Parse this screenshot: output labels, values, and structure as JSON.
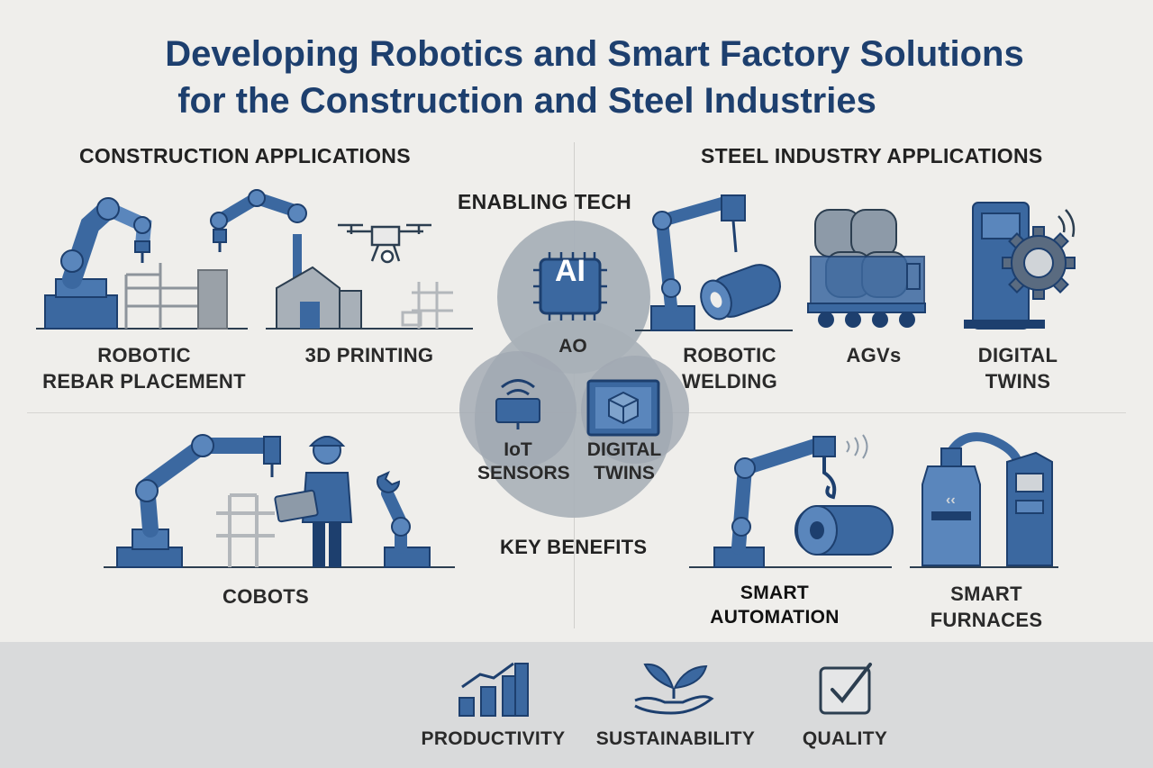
{
  "title": {
    "line1": "Developing Robotics and Smart Factory Solutions",
    "line2": "for the Construction and Steel Industries"
  },
  "construction": {
    "heading": "CONSTRUCTION APPLICATIONS",
    "rebar": [
      "ROBOTIC",
      "REBAR PLACEMENT"
    ],
    "printing": "3D PRINTING",
    "cobots": "COBOTS"
  },
  "steel": {
    "heading": "STEEL INDUSTRY APPLICATIONS",
    "welding": [
      "ROBOTIC",
      "WELDING"
    ],
    "agvs": "AGVs",
    "twins": [
      "DIGITAL",
      "TWINS"
    ],
    "automation": [
      "SMART",
      "AUTOMATION"
    ],
    "furnaces": [
      "SMART",
      "FURNACES"
    ]
  },
  "enabling": {
    "heading": "ENABLING TECH",
    "chip_text": "AI",
    "ai_label": "AO",
    "iot": [
      "IoT",
      "SENSORS"
    ],
    "twins": [
      "DIGITAL",
      "TWINS"
    ]
  },
  "key_benefits": "KEY BENEFITS",
  "benefits": {
    "productivity": "PRODUCTIVITY",
    "sustainability": "SUSTAINABILITY",
    "quality": "QUALITY"
  },
  "colors": {
    "primary_blue": "#3b68a0",
    "dark_navy": "#1d3f6e",
    "gray": "#9aa1a8",
    "bubble": "#a8b0b8"
  },
  "icons": [
    "robot-arm-icon",
    "scaffold-icon",
    "drone-icon",
    "factory-icon",
    "ai-chip-icon",
    "iot-sensor-icon",
    "cube-monitor-icon",
    "steel-roll-icon",
    "agv-cart-icon",
    "gear-machine-icon",
    "worker-tablet-icon",
    "wrench-icon",
    "furnace-icon",
    "bar-chart-icon",
    "plant-hand-icon",
    "checkbox-icon"
  ]
}
